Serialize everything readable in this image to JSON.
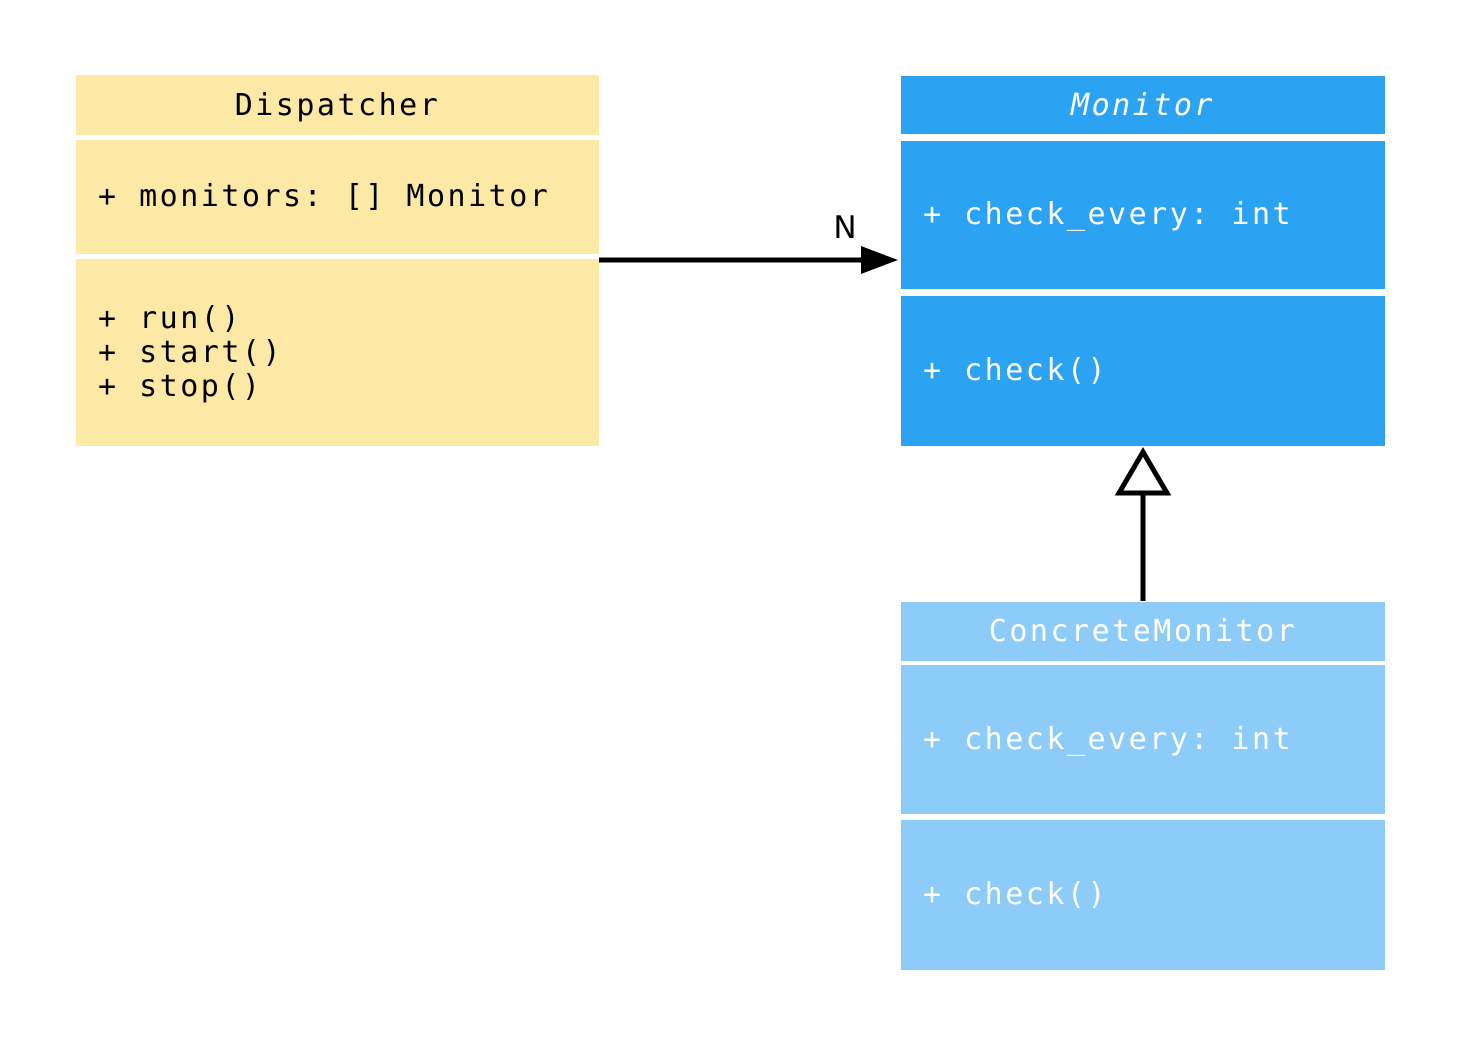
{
  "diagram": {
    "classes": [
      {
        "name": "Dispatcher",
        "abstract": false,
        "fill": "#FCE9A6",
        "text_color": "#000000",
        "attributes": [
          "+ monitors: [] Monitor"
        ],
        "methods": [
          "+ run()",
          "+ start()",
          "+ stop()"
        ]
      },
      {
        "name": "Monitor",
        "abstract": true,
        "fill": "#2CA2F2",
        "text_color": "#FFFFFF",
        "attributes": [
          "+ check_every: int"
        ],
        "methods": [
          "+ check()"
        ]
      },
      {
        "name": "ConcreteMonitor",
        "abstract": false,
        "fill": "#8DCBF8",
        "text_color": "#FFFFFF",
        "attributes": [
          "+ check_every: int"
        ],
        "methods": [
          "+ check()"
        ]
      }
    ],
    "relationships": [
      {
        "type": "association",
        "from": "Dispatcher",
        "to": "Monitor",
        "label": "N",
        "color": "#000000"
      },
      {
        "type": "generalization",
        "from": "ConcreteMonitor",
        "to": "Monitor",
        "color": "#000000"
      }
    ]
  }
}
